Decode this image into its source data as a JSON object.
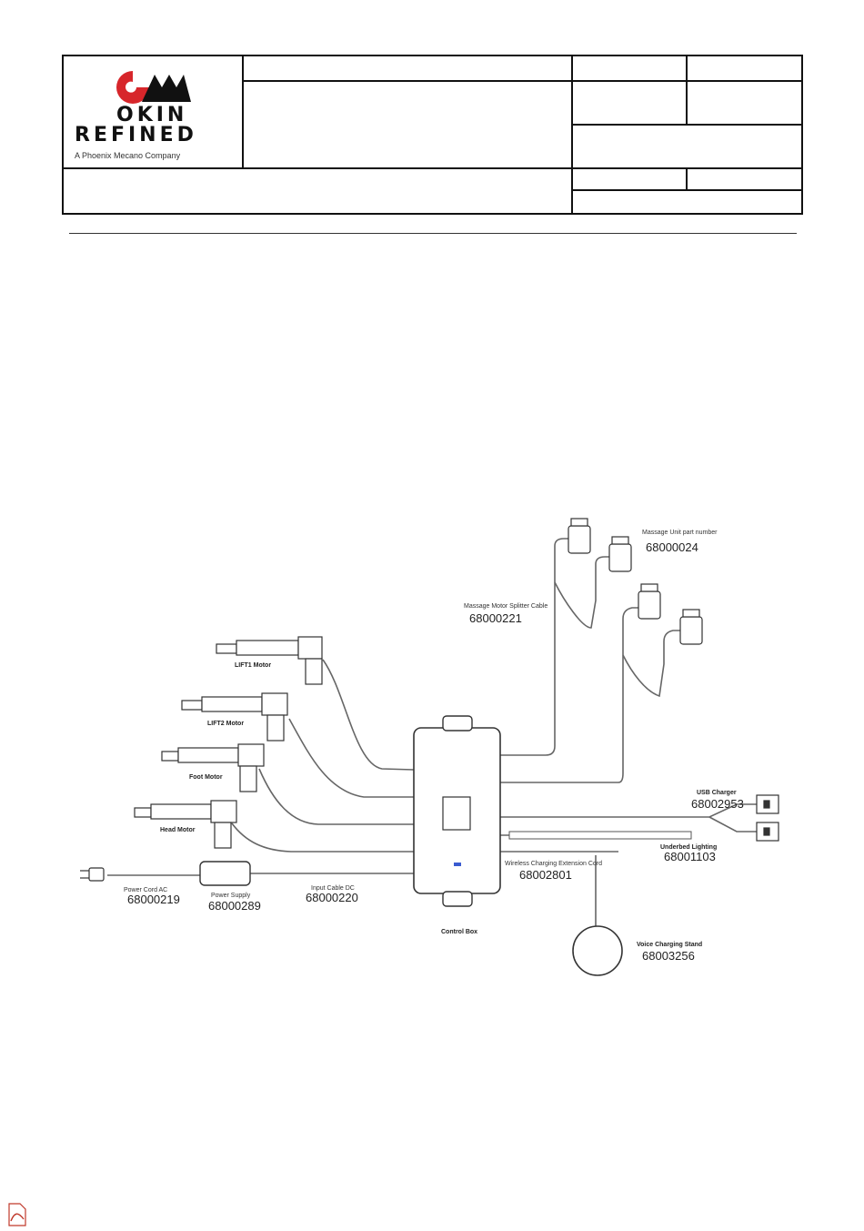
{
  "header": {
    "logo_name": "okin-refined-logo",
    "brand_line1": "OKIN",
    "brand_line2": "REFINED",
    "brand_tagline": "A Phoenix Mecano Company",
    "brand_color": "#d7262b"
  },
  "diagram": {
    "components": [
      {
        "id": "massage-unit",
        "label": "Massage Unit part number",
        "part": "68000024"
      },
      {
        "id": "massage-splitter",
        "label": "Massage Motor Splitter Cable",
        "part": "68000221"
      },
      {
        "id": "lift1-motor",
        "label": "LIFT1 Motor",
        "part": ""
      },
      {
        "id": "lift2-motor",
        "label": "LIFT2 Motor",
        "part": ""
      },
      {
        "id": "foot-motor",
        "label": "Foot Motor",
        "part": ""
      },
      {
        "id": "head-motor",
        "label": "Head Motor",
        "part": ""
      },
      {
        "id": "usb-charger",
        "label": "USB Charger",
        "part": "68002953"
      },
      {
        "id": "underbed-lighting",
        "label": "Underbed Lighting",
        "part": "68001103"
      },
      {
        "id": "wireless-ext",
        "label": "Wireless Charging Extension Cord",
        "part": "68002801"
      },
      {
        "id": "voice-stand",
        "label": "Voice Charging Stand",
        "part": "68003256"
      },
      {
        "id": "power-cord",
        "label": "Power Cord AC",
        "part": "68000219"
      },
      {
        "id": "power-supply",
        "label": "Power Supply",
        "part": "68000289"
      },
      {
        "id": "input-cable",
        "label": "Input Cable DC",
        "part": "68000220"
      },
      {
        "id": "control-box",
        "label": "Control Box",
        "part": ""
      }
    ]
  },
  "footer": {
    "pdf_icon": "pdf-icon"
  }
}
